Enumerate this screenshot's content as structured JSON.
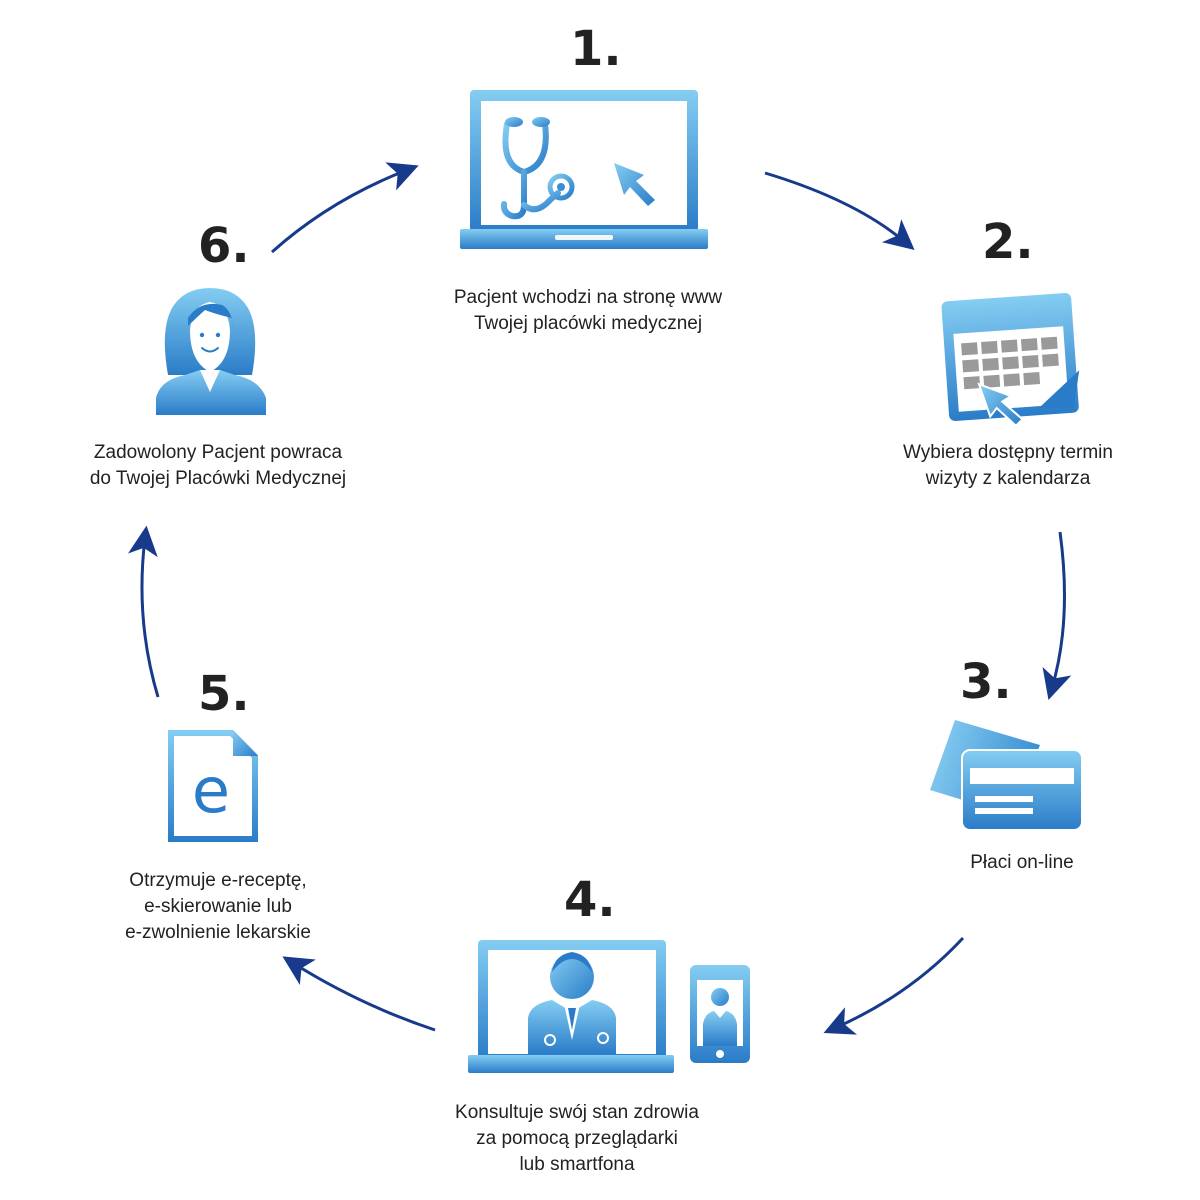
{
  "colors": {
    "icon_light": "#84cdf2",
    "icon_dark": "#2a7cc8",
    "arrow": "#173a8a",
    "text": "#222222"
  },
  "steps": [
    {
      "number": "1.",
      "icon": "laptop-stethoscope-icon",
      "caption": [
        "Pacjent wchodzi na stronę www",
        "Twojej placówki medycznej"
      ]
    },
    {
      "number": "2.",
      "icon": "calendar-icon",
      "caption": [
        "Wybiera dostępny termin",
        "wizyty z kalendarza"
      ]
    },
    {
      "number": "3.",
      "icon": "credit-card-icon",
      "caption": [
        "Płaci on-line"
      ]
    },
    {
      "number": "4.",
      "icon": "doctor-video-call-icon",
      "caption": [
        "Konsultuje swój stan zdrowia",
        "za pomocą przeglądarki",
        "lub smartfona"
      ]
    },
    {
      "number": "5.",
      "icon": "e-document-icon",
      "caption": [
        "Otrzymuje e-receptę,",
        "e-skierowanie lub",
        "e-zwolnienie lekarskie"
      ]
    },
    {
      "number": "6.",
      "icon": "patient-woman-icon",
      "caption": [
        "Zadowolony Pacjent powraca",
        "do Twojej Placówki Medycznej"
      ]
    }
  ]
}
